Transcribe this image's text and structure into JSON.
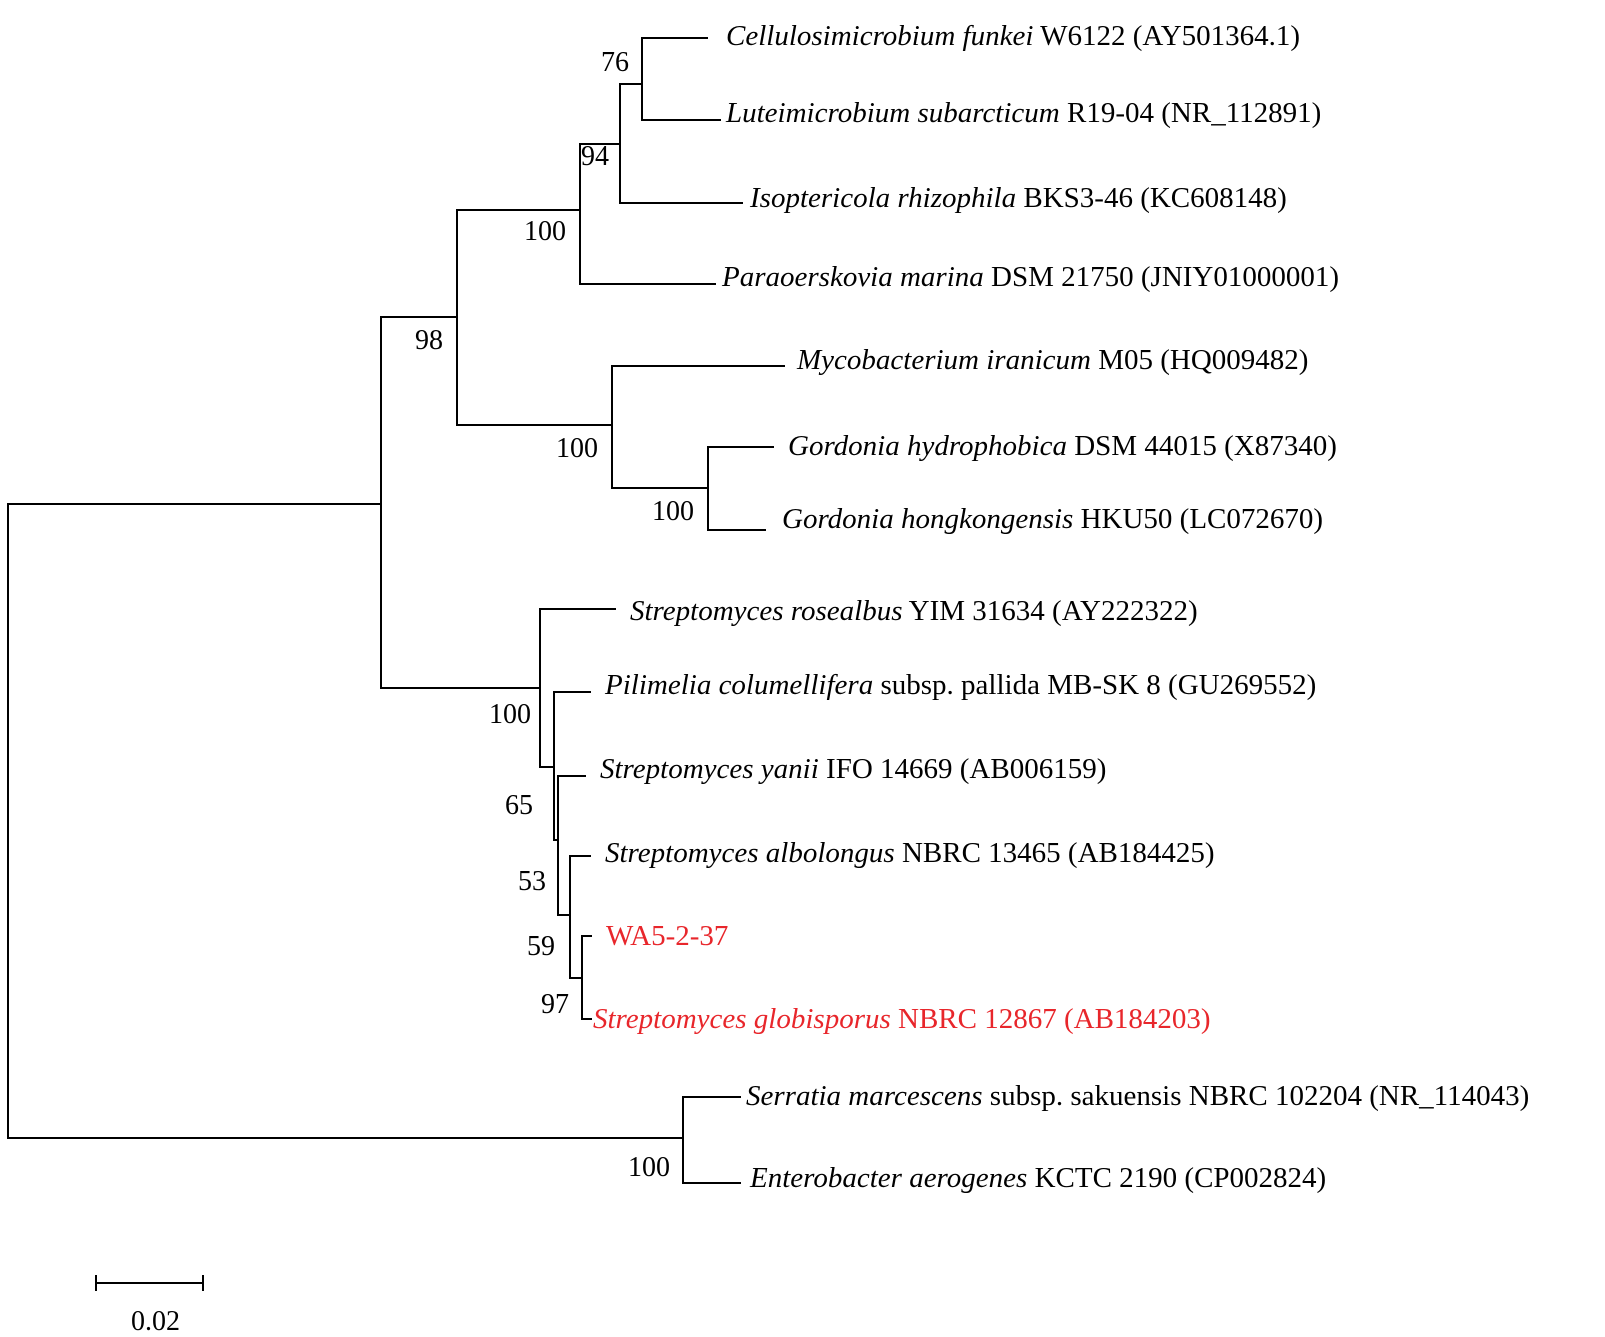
{
  "tree": {
    "taxa": [
      {
        "id": "t1",
        "name": "Cellulosimicrobium funkei",
        "detail": " W6122 (AY501364.1)",
        "highlight": false
      },
      {
        "id": "t2",
        "name": "Luteimicrobium subarcticum",
        "detail": " R19-04 (NR_112891)",
        "highlight": false
      },
      {
        "id": "t3",
        "name": "Isoptericola rhizophila",
        "detail": " BKS3-46 (KC608148)",
        "highlight": false
      },
      {
        "id": "t4",
        "name": "Paraoerskovia marina",
        "detail": " DSM 21750 (JNIY01000001)",
        "highlight": false
      },
      {
        "id": "t5",
        "name": "Mycobacterium iranicum",
        "detail": " M05 (HQ009482)",
        "highlight": false
      },
      {
        "id": "t6",
        "name": "Gordonia hydrophobica",
        "detail": " DSM 44015 (X87340)",
        "highlight": false
      },
      {
        "id": "t7",
        "name": "Gordonia hongkongensis",
        "detail": " HKU50 (LC072670)",
        "highlight": false
      },
      {
        "id": "t8",
        "name": "Streptomyces rosealbus",
        "detail": " YIM 31634 (AY222322)",
        "highlight": false
      },
      {
        "id": "t9",
        "name": "Pilimelia columellifera",
        "detail": " subsp. pallida MB-SK 8 (GU269552)",
        "highlight": false
      },
      {
        "id": "t10",
        "name": "Streptomyces yanii",
        "detail": " IFO 14669 (AB006159)",
        "highlight": false
      },
      {
        "id": "t11",
        "name": "Streptomyces albolongus",
        "detail": " NBRC 13465 (AB184425)",
        "highlight": false
      },
      {
        "id": "t12",
        "name": "",
        "detail": "WA5-2-37",
        "highlight": true
      },
      {
        "id": "t13",
        "name": "Streptomyces globisporus",
        "detail": " NBRC 12867 (AB184203)",
        "highlight": true
      },
      {
        "id": "t14",
        "name": "Serratia marcescens",
        "detail": " subsp. sakuensis NBRC 102204 (NR_114043)",
        "highlight": false
      },
      {
        "id": "t15",
        "name": "Enterobacter aerogenes",
        "detail": " KCTC 2190 (CP002824)",
        "highlight": false
      }
    ],
    "support_values": [
      "76",
      "94",
      "100",
      "98",
      "100",
      "100",
      "100",
      "65",
      "53",
      "59",
      "97",
      "100"
    ],
    "scale_bar_label": "0.02",
    "colors": {
      "branch": "#000000",
      "text": "#000000",
      "highlight": "#e8262b"
    }
  }
}
